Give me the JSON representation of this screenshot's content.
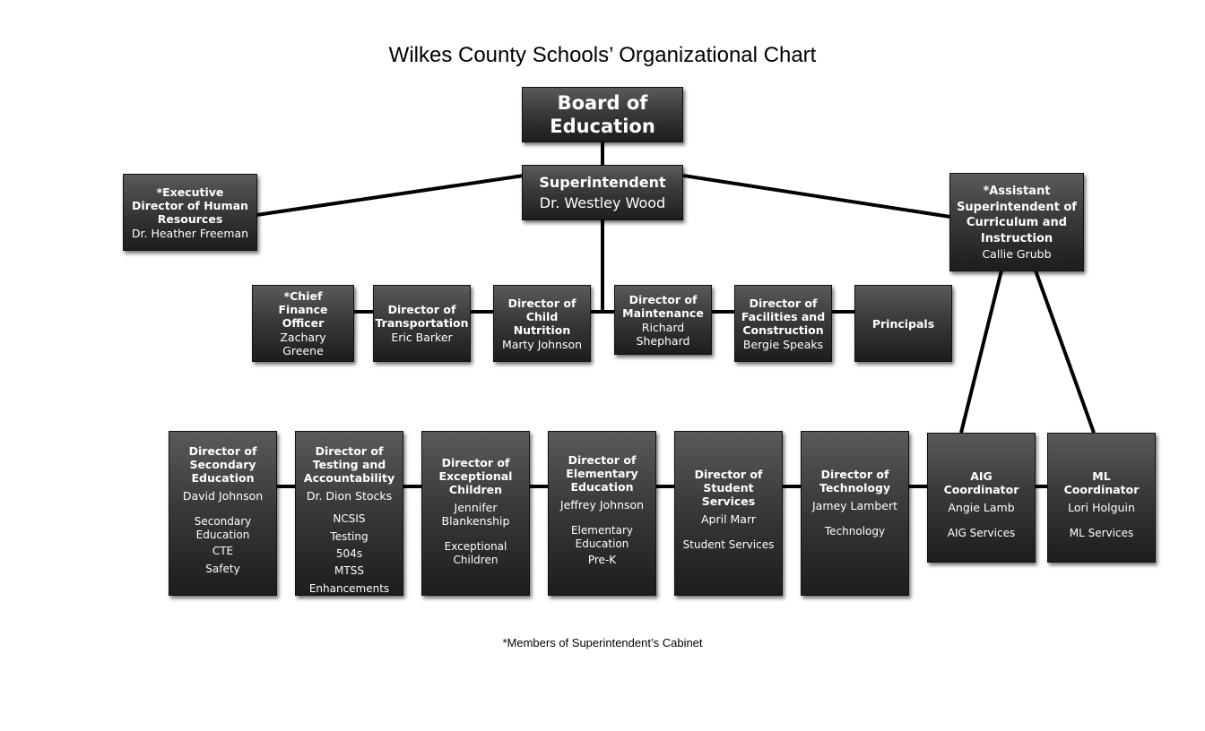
{
  "title": "Wilkes County Schools’ Organizational Chart",
  "footnote": "*Members of Superintendent’s Cabinet",
  "board": {
    "title": "Board of Education"
  },
  "superintendent": {
    "title": "Superintendent",
    "name": "Dr. Westley Wood"
  },
  "hr": {
    "title": "*Executive Director of Human Resources",
    "name": "Dr. Heather Freeman"
  },
  "asst": {
    "title": "*Assistant Superintendent of Curriculum and Instruction",
    "name": "Callie Grubb"
  },
  "row1": [
    {
      "title": "*Chief Finance Officer",
      "name": "Zachary Greene"
    },
    {
      "title": "Director of Transportation",
      "name": "Eric Barker"
    },
    {
      "title": "Director of Child Nutrition",
      "name": "Marty Johnson"
    },
    {
      "title": "Director of Maintenance",
      "name": "Richard Shephard"
    },
    {
      "title": "Director of Facilities and Construction",
      "name": "Bergie Speaks"
    },
    {
      "title": "Principals",
      "name": ""
    }
  ],
  "row2": [
    {
      "title": "Director of Secondary Education",
      "name": "David Johnson",
      "responsibilities": [
        "Secondary Education",
        "CTE",
        "Safety"
      ]
    },
    {
      "title": "Director of Testing and Accountability",
      "name": "Dr. Dion Stocks",
      "responsibilities": [
        "NCSIS",
        "Testing",
        "504s",
        "MTSS",
        "Enhancements"
      ]
    },
    {
      "title": "Director of Exceptional Children",
      "name": "Jennifer Blankenship",
      "responsibilities": [
        "Exceptional Children"
      ]
    },
    {
      "title": "Director of Elementary Education",
      "name": "Jeffrey Johnson",
      "responsibilities": [
        "Elementary Education",
        "Pre-K"
      ]
    },
    {
      "title": "Director of Student Services",
      "name": "April Marr",
      "responsibilities": [
        "Student Services"
      ]
    },
    {
      "title": "Director of Technology",
      "name": "Jamey Lambert",
      "responsibilities": [
        "Technology"
      ]
    },
    {
      "title": "AIG Coordinator",
      "name": "Angie Lamb",
      "responsibilities": [
        "AIG Services"
      ]
    },
    {
      "title": "ML Coordinator",
      "name": "Lori Holguin",
      "responsibilities": [
        "ML Services"
      ]
    }
  ]
}
